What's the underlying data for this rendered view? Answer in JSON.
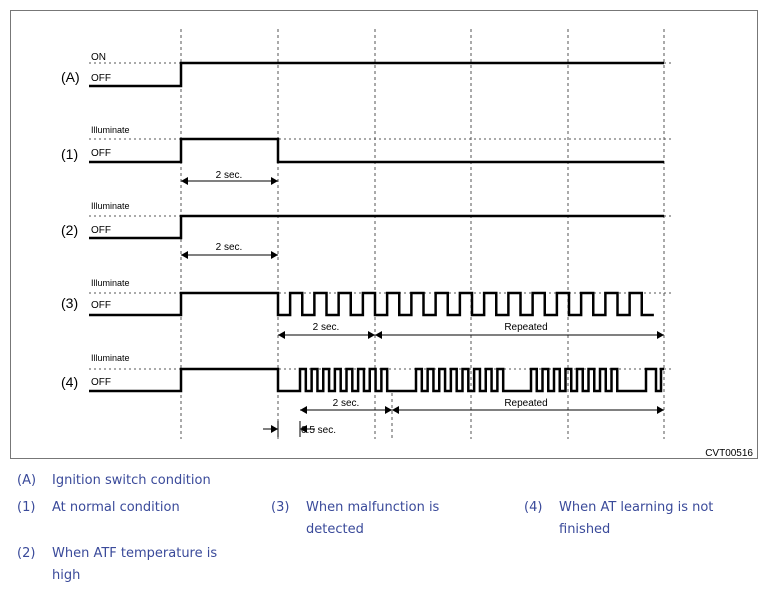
{
  "figure_id": "CVT00516",
  "level_labels": {
    "on": "ON",
    "off": "OFF",
    "illuminate": "Illuminate"
  },
  "rows": [
    {
      "id": "(A)"
    },
    {
      "id": "(1)"
    },
    {
      "id": "(2)"
    },
    {
      "id": "(3)"
    },
    {
      "id": "(4)"
    }
  ],
  "annotations": {
    "two_sec": "2 sec.",
    "repeated": "Repeated",
    "half_sec": "0.5 sec."
  },
  "legend": [
    {
      "code": "(A)",
      "text": "Ignition switch condition"
    },
    {
      "code": "(1)",
      "text": "At normal condition"
    },
    {
      "code": "(3)",
      "text": "When malfunction is detected"
    },
    {
      "code": "(4)",
      "text": "When AT learning is not finished"
    },
    {
      "code": "(2)",
      "text": "When ATF temperature is high"
    }
  ],
  "colors": {
    "legend_text": "#3a4a9a",
    "line": "#000000",
    "guide": "#555555"
  }
}
